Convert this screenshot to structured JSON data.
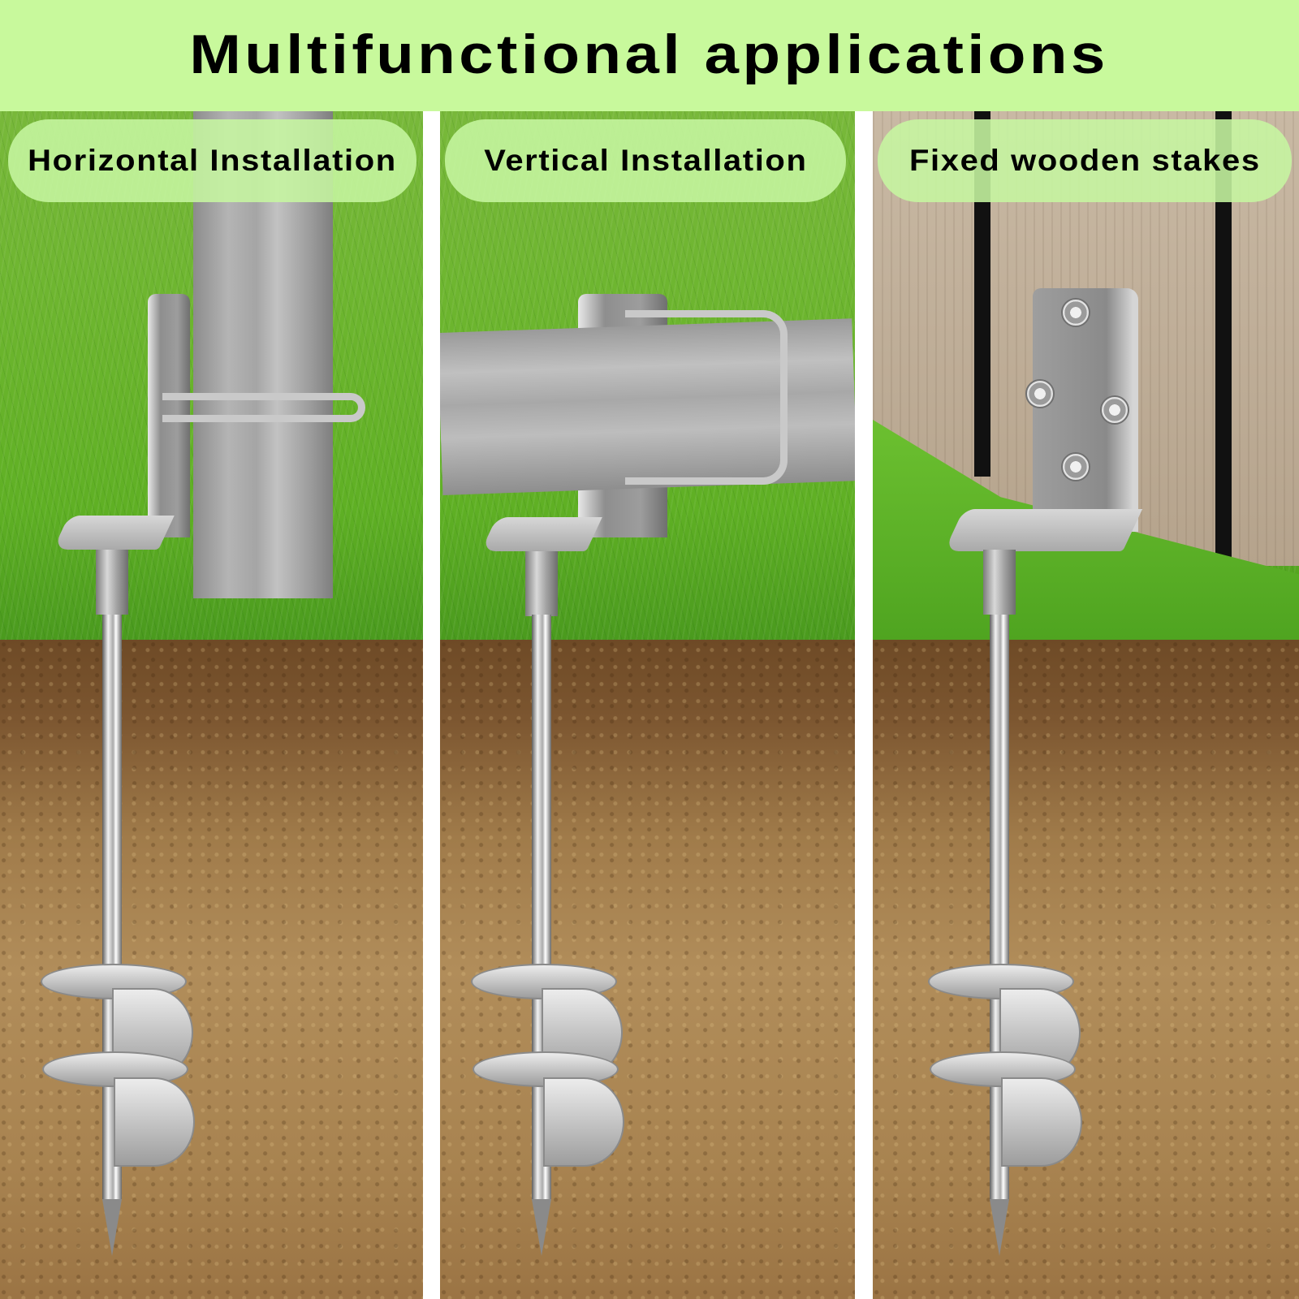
{
  "header": {
    "title": "Multifunctional applications",
    "background_color": "#c8f99c"
  },
  "panels": [
    {
      "label": "Horizontal Installation",
      "scene": "vertical pole clamped to L-bracket with U-bolt, ground auger stake in soil"
    },
    {
      "label": "Vertical Installation",
      "scene": "horizontal pipe clamped to L-bracket with U-bolt, ground auger stake in soil"
    },
    {
      "label": "Fixed wooden stakes",
      "scene": "L-bracket screwed to wooden fence with 4 screws, ground auger stake in soil"
    }
  ],
  "colors": {
    "label_pill": "#c6f6a0",
    "grass": "#6cb52e",
    "soil": "#a88350",
    "divider": "#ffffff"
  }
}
